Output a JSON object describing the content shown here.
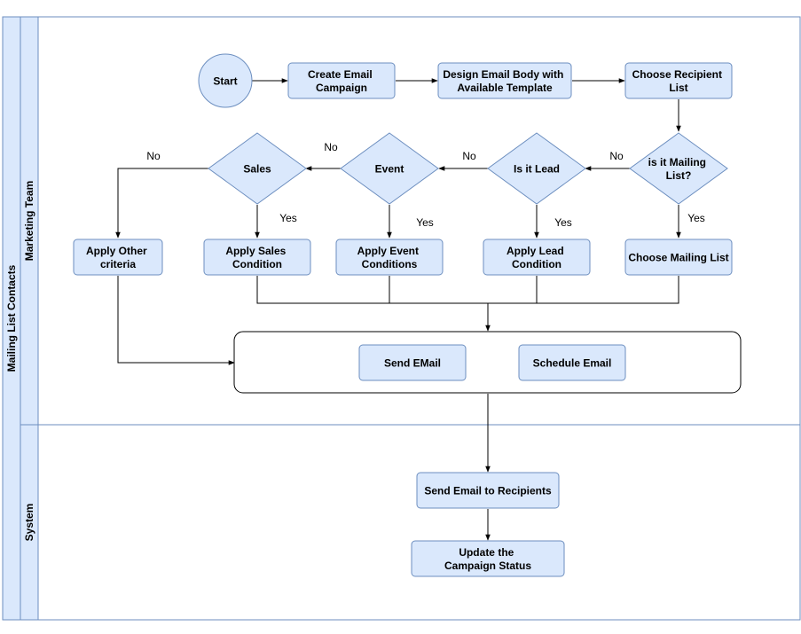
{
  "pool": {
    "label": "Mailing List Contacts"
  },
  "lanes": {
    "marketing": "Marketing Team",
    "system": "System"
  },
  "colors": {
    "fill": "#dae8fc",
    "stroke": "#6c8ebf",
    "lane_border": "#6c8ebf"
  },
  "nodes": {
    "start": [
      "Start"
    ],
    "create_campaign": [
      "Create Email",
      "Campaign"
    ],
    "design_body": [
      "Design Email Body with",
      "Available Template"
    ],
    "choose_recipient": [
      "Choose Recipient",
      "List"
    ],
    "is_mailing_list": [
      "is it Mailing",
      "List?"
    ],
    "is_lead": [
      "Is it Lead"
    ],
    "event": [
      "Event"
    ],
    "sales": [
      "Sales"
    ],
    "choose_mailing_list": [
      "Choose Mailing List"
    ],
    "apply_lead": [
      "Apply Lead",
      "Condition"
    ],
    "apply_event": [
      "Apply Event",
      "Conditions"
    ],
    "apply_sales": [
      "Apply Sales",
      "Condition"
    ],
    "apply_other": [
      "Apply Other",
      "criteria"
    ],
    "send_email": [
      "Send EMail"
    ],
    "schedule_email": [
      "Schedule Email"
    ],
    "send_to_recipients": [
      "Send Email to Recipients"
    ],
    "update_status": [
      "Update the",
      "Campaign Status"
    ]
  },
  "edge_labels": {
    "mailing_no": "No",
    "mailing_yes": "Yes",
    "lead_no": "No",
    "lead_yes": "Yes",
    "event_no": "No",
    "event_yes": "Yes",
    "sales_no": "No",
    "sales_yes": "Yes"
  }
}
